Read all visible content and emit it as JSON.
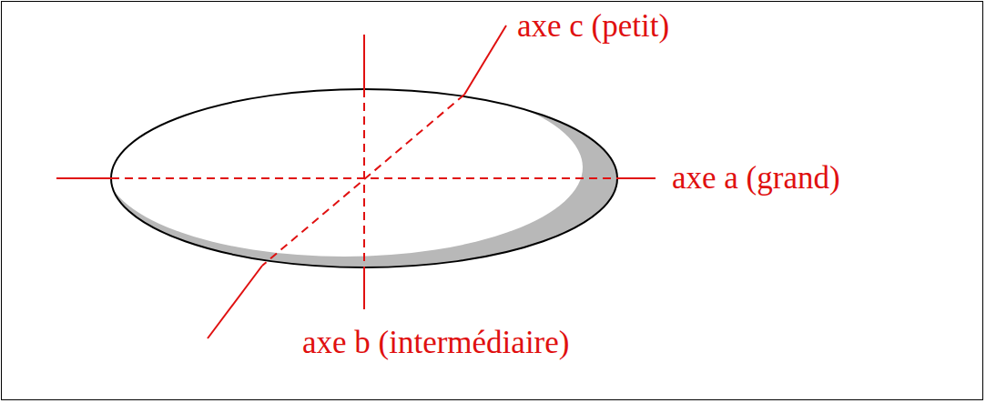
{
  "diagram": {
    "labels": [
      "axe c (petit)",
      "axe a (grand)",
      "axe b (intermédiaire)"
    ]
  }
}
